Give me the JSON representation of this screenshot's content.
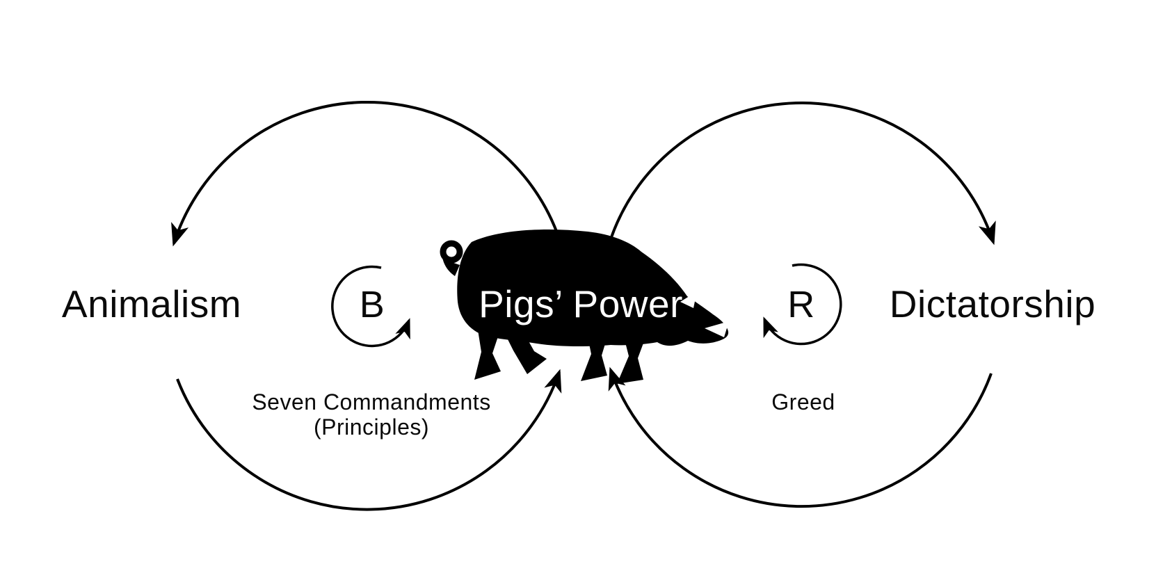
{
  "diagram": {
    "colors": {
      "ink": "#000000",
      "background": "#ffffff",
      "pig_fill": "#000000",
      "pig_text": "#ffffff"
    },
    "nodes": {
      "animalism": {
        "label": "Animalism"
      },
      "pigs_power": {
        "label": "Pigs’ Power"
      },
      "dictatorship": {
        "label": "Dictatorship"
      }
    },
    "loops": {
      "balancing": {
        "letter": "B",
        "caption_line1": "Seven Commandments",
        "caption_line2": "(Principles)"
      },
      "reinforcing": {
        "letter": "R",
        "caption": "Greed"
      }
    },
    "icons": {
      "pig": "pig-silhouette-icon"
    }
  }
}
